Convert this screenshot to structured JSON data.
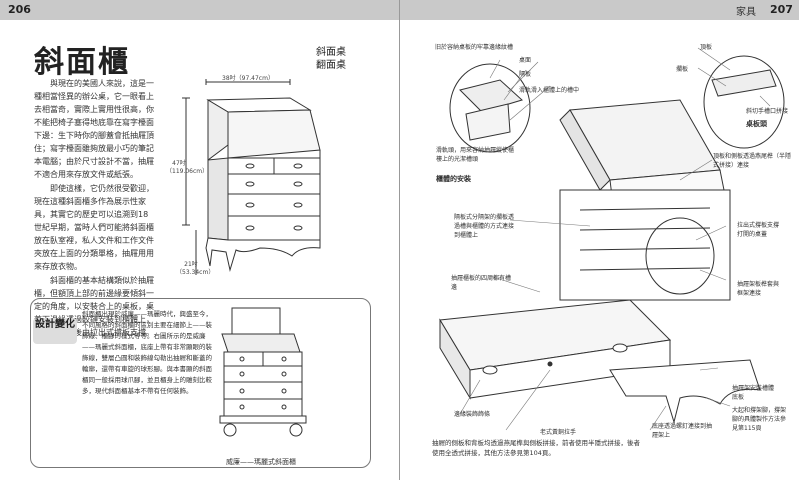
{
  "header": {
    "left_page": "206",
    "right_section": "家具",
    "right_page": "207"
  },
  "title": "斜面櫃",
  "subtitles": [
    "斜面桌",
    "翻面桌"
  ],
  "body_paragraphs": [
    "與現在的美國人來說，這是一種相當怪異的辦公桌，它一眼看上去相當奇，實際上實用性很高，你不能把椅子塞得地底靠在寫字檯面下邊：生下時你的腳蓋會抵抽屜頂住；寫字檯面雖夠放最小巧的筆記本電腦；由於尺寸設計不當，抽屜不適合用來存放文件或紙張。",
    "即使這樣，它仍然很受歡迎，現在這種斜面櫃多作為展示性家具，其實它的歷史可以追溯到18世紀早期，當時人們可能將斜面櫃放在臥室裡，私人文件和工作文件夾放在上面的分類單格，抽屜用用來存放衣物。",
    "斜面櫃的基本結構類似於抽屜櫃，但額頂上部的前邊緣要傾斜一定的角度，以安裝合上的桌板，桌蓋下邊緣透過較鏈安裝到櫃體上，桌蓋被打開後由拉出式撐板支撐。"
  ],
  "dimensions": {
    "width": "38吋（97.47cm）",
    "height": "47吋（119.06cm）",
    "depth": "21吋（53.34cm）"
  },
  "design_box": {
    "badge": "設計變化",
    "text": "斜面櫃出現於威廉——瑪麗時代，興盛至今，不同風格的斜面櫃的區別主要在細節上——裝飾線、櫃腳的樣式等等。右圖所示的是威廉——瑪麗式斜面櫃，底座上帶有非常顯眼的裝飾線，雙層凸圓和裝飾線勾勒出抽屜和斷蓋的輪廓，還帶有車旋的球形腳。與本書顯的斜面櫃同一般採用球爪腳，並且櫃身上的雕刻比較多，現代斜面櫃基本不帶有任何裝飾。",
    "caption": "威廉——瑪麗式斜面櫃"
  },
  "right": {
    "section_labels": {
      "drawer_mount": "櫃體的安裝",
      "lid_head": "桌板頭"
    },
    "callouts": {
      "top_grain": "旧於容納桌板的牢靠邊緣紋槽",
      "desk_lid": "桌面",
      "hinge": "隔板",
      "slide_into": "滑軌滑入櫃體上的槽中",
      "drawer_slot": "滑軌頭，用來容納抽屜縱使櫃樓上的光潔槽頭",
      "top_panel": "頂板",
      "lid_frame": "擱板",
      "breadboard": "斜切手槽口拼接",
      "dovetail": "頂板和側板透過燕尾榫（半隱式拼接）連接",
      "partition": "隔板式分隔架的擱板透過槽與櫃體的方式連接到櫃體上",
      "pull_out": "拉出式撐板支撐打開的桌蓋",
      "dust_panel": "抽屜櫃板的四周都有槽邊",
      "runner": "抽屜架板榫套與框架連接",
      "base_molding": "抽屜架安裝槽體底板",
      "bun_feet": "大起和撐架腳，撐架腳的具體製作方法參見第115頁",
      "back_panel": "底座透過螺釘連接到抽屜架上",
      "edge_trim": "邊緣裝飾飾條",
      "pull": "老式黃銅拉手"
    },
    "bottom_caption": "抽屜的側板和背板均透過燕尾榫與側板拼接，前者使用半隱式拼接，後者使用全透式拼接，其他方法參見第104頁。"
  }
}
